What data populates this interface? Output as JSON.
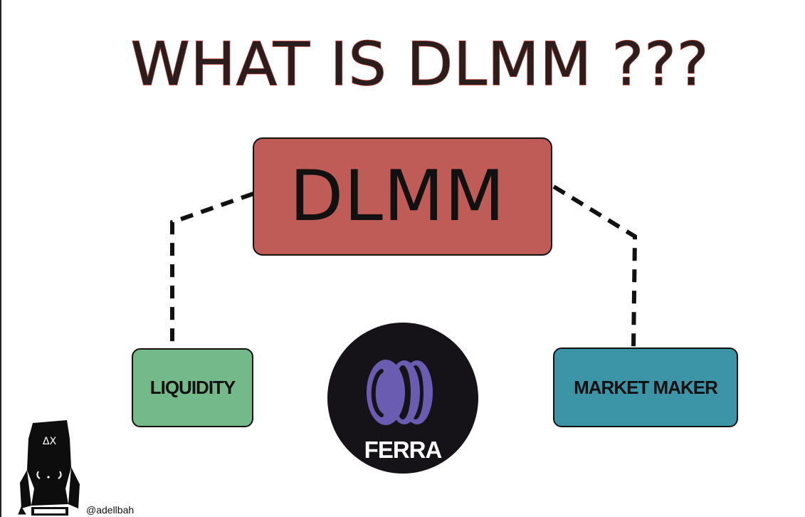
{
  "title": "WHAT IS DLMM ???",
  "center_node": {
    "label": "DLMM",
    "color": "#c05c57"
  },
  "left_node": {
    "label": "LIQUIDITY",
    "color": "#74b98a"
  },
  "right_node": {
    "label": "MARKET MAKER",
    "color": "#3c95a6"
  },
  "logo": {
    "text": "FERRA",
    "icon": "ferra-logo-icon",
    "accent_color": "#6a5cb0"
  },
  "signature": {
    "avatar_icon": "avatar-character-icon",
    "handle": "@adellbah"
  }
}
